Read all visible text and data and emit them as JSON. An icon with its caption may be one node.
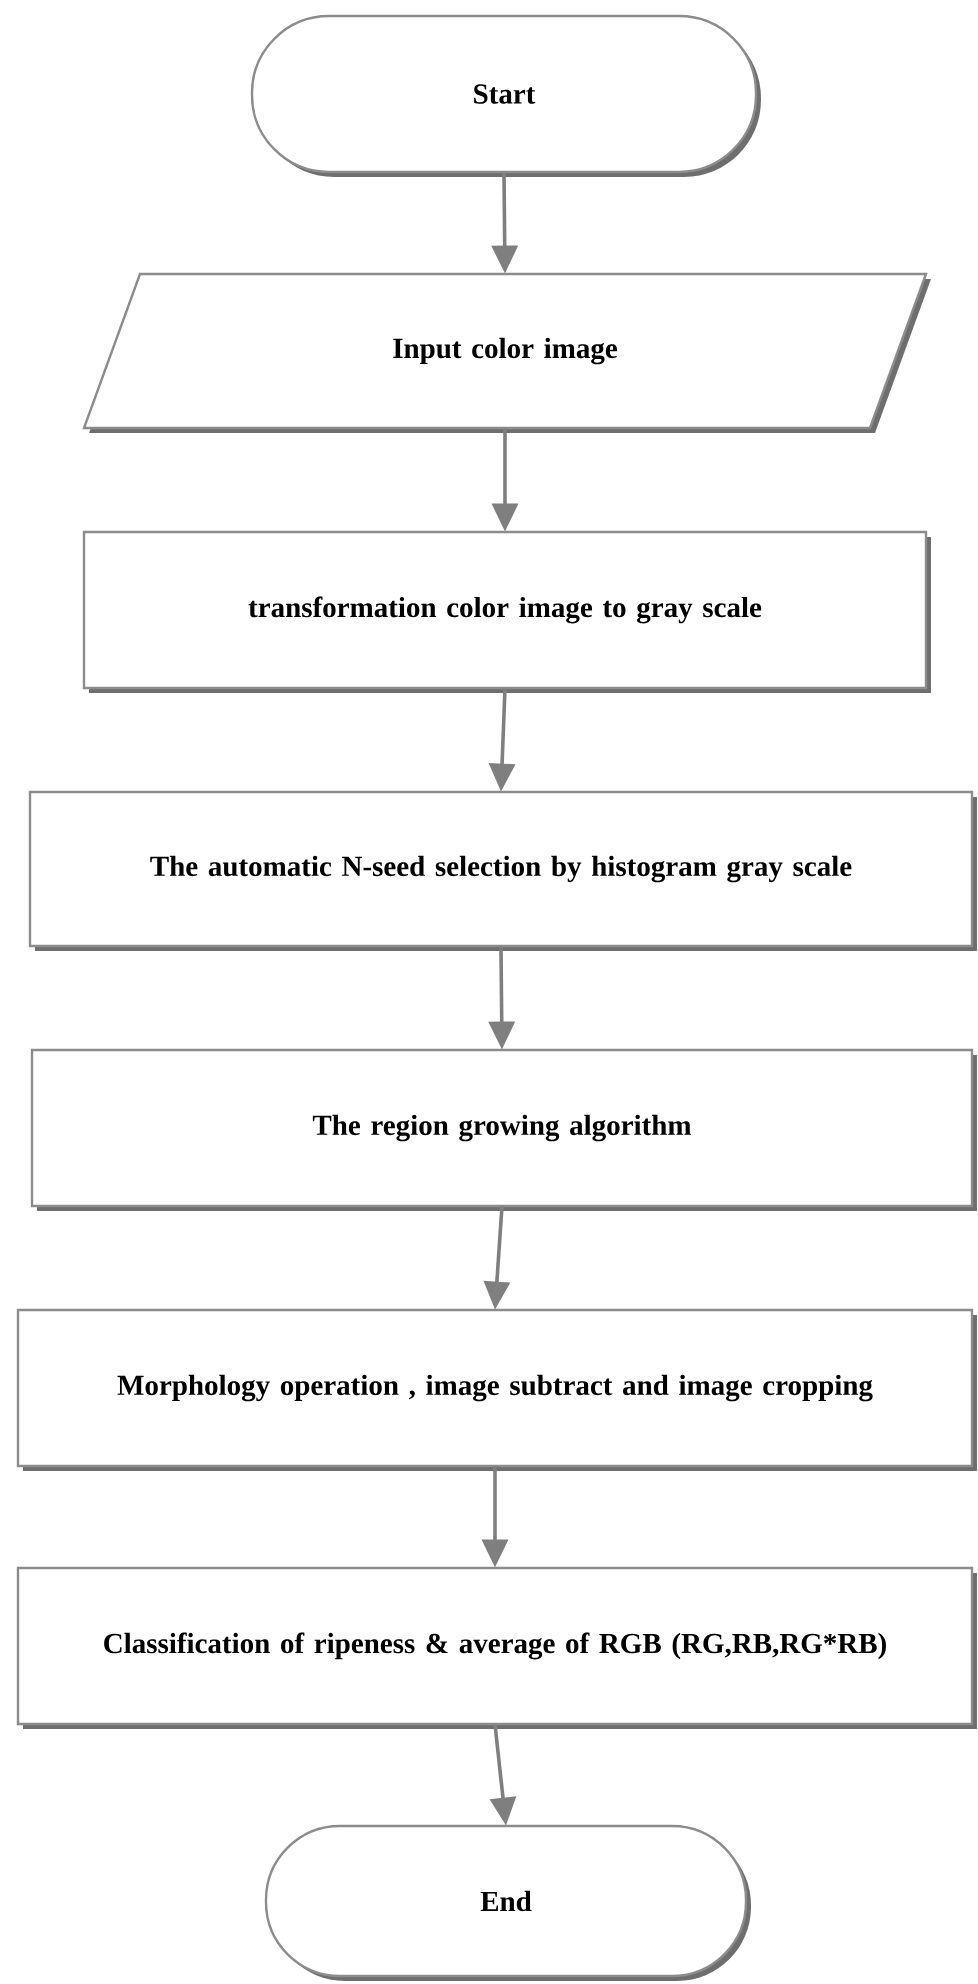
{
  "diagram": {
    "nodes": [
      {
        "text": [
          "Start"
        ]
      },
      {
        "text": [
          "Input color image"
        ]
      },
      {
        "text": [
          "transformation color image to gray scale"
        ]
      },
      {
        "text": [
          "The automatic N-seed selection by histogram gray scale"
        ]
      },
      {
        "text": [
          "The region growing algorithm"
        ]
      },
      {
        "text": [
          "Morphology operation , image subtract and image cropping"
        ]
      },
      {
        "text": [
          "Classification of ripeness & average of RGB (RG,RB,RG*RB)"
        ]
      },
      {
        "text": [
          "End"
        ]
      }
    ],
    "edges": [
      {
        "from": 0,
        "to": 1,
        "arrow": "to"
      },
      {
        "from": 1,
        "to": 2,
        "arrow": "to"
      },
      {
        "from": 2,
        "to": 3,
        "arrow": "to"
      },
      {
        "from": 3,
        "to": 4,
        "arrow": "to"
      },
      {
        "from": 4,
        "to": 5,
        "arrow": "to"
      },
      {
        "from": 5,
        "to": 6,
        "arrow": "to"
      },
      {
        "from": 6,
        "to": 7,
        "arrow": "to"
      }
    ]
  }
}
